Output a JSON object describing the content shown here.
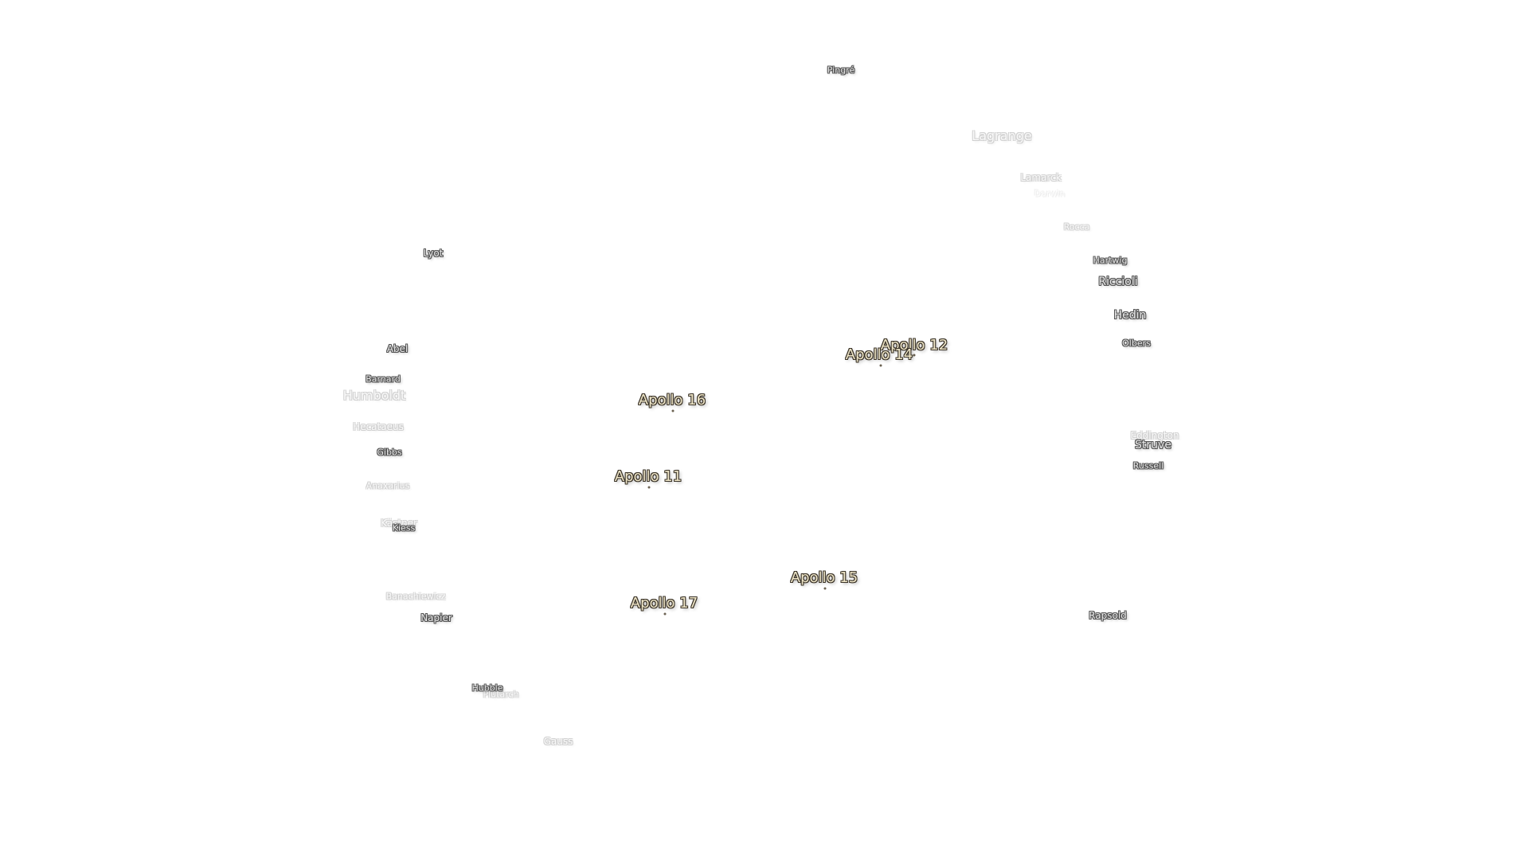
{
  "apollo_sites": [
    {
      "name": "Apollo 12",
      "label": "Apollo 12"
    },
    {
      "name": "Apollo 14",
      "label": "Apollo 14"
    },
    {
      "name": "Apollo 16",
      "label": "Apollo 16"
    },
    {
      "name": "Apollo 11",
      "label": "Apollo 11"
    },
    {
      "name": "Apollo 15",
      "label": "Apollo 15"
    },
    {
      "name": "Apollo 17",
      "label": "Apollo 17"
    }
  ],
  "craters": [
    {
      "label": "Pingré"
    },
    {
      "label": "Lagrange"
    },
    {
      "label": "Lamarck"
    },
    {
      "label": "Darwin"
    },
    {
      "label": "Rocca"
    },
    {
      "label": "Hartwig"
    },
    {
      "label": "Riccioli"
    },
    {
      "label": "Hedin"
    },
    {
      "label": "Olbers"
    },
    {
      "label": "Eddington"
    },
    {
      "label": "Struve"
    },
    {
      "label": "Russell"
    },
    {
      "label": "Rapsold"
    },
    {
      "label": "Lyot"
    },
    {
      "label": "Abel"
    },
    {
      "label": "Barnard"
    },
    {
      "label": "Humboldt"
    },
    {
      "label": "Hecataeus"
    },
    {
      "label": "Gibbs"
    },
    {
      "label": "Anaxarius"
    },
    {
      "label": "Kästner"
    },
    {
      "label": "Kiess"
    },
    {
      "label": "Banachiewicz"
    },
    {
      "label": "Napier"
    },
    {
      "label": "Hubble"
    },
    {
      "label": "Plutarch"
    },
    {
      "label": "Gauss"
    }
  ]
}
